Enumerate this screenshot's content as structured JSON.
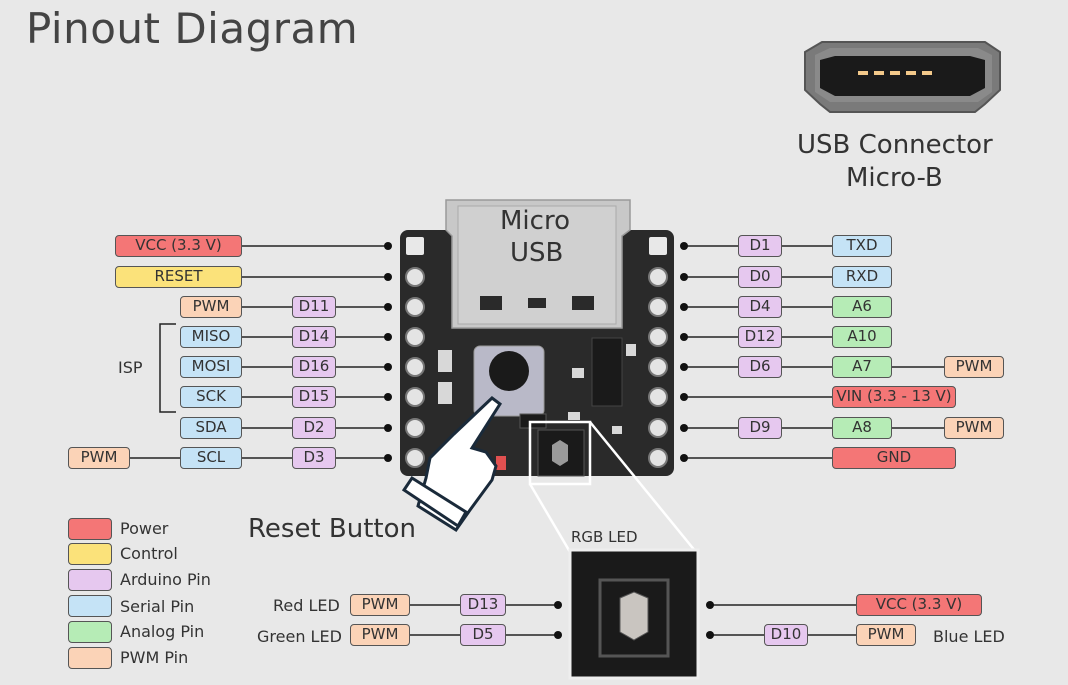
{
  "title": "Pinout Diagram",
  "usb_connector": {
    "line1": "USB Connector",
    "line2": "Micro-B"
  },
  "board": {
    "port_line1": "Micro",
    "port_line2": "USB"
  },
  "reset_button_label": "Reset Button",
  "isp_label": "ISP",
  "left_pins": [
    {
      "labels": [
        {
          "text": "VCC (3.3 V)",
          "type": "power"
        }
      ]
    },
    {
      "labels": [
        {
          "text": "RESET",
          "type": "control"
        }
      ]
    },
    {
      "labels": [
        {
          "text": "PWM",
          "type": "pwm"
        },
        {
          "text": "D11",
          "type": "arduino"
        }
      ]
    },
    {
      "labels": [
        {
          "text": "MISO",
          "type": "serial"
        },
        {
          "text": "D14",
          "type": "arduino"
        }
      ]
    },
    {
      "labels": [
        {
          "text": "MOSI",
          "type": "serial"
        },
        {
          "text": "D16",
          "type": "arduino"
        }
      ]
    },
    {
      "labels": [
        {
          "text": "SCK",
          "type": "serial"
        },
        {
          "text": "D15",
          "type": "arduino"
        }
      ]
    },
    {
      "labels": [
        {
          "text": "SDA",
          "type": "serial"
        },
        {
          "text": "D2",
          "type": "arduino"
        }
      ]
    },
    {
      "labels": [
        {
          "text": "PWM",
          "type": "pwm"
        },
        {
          "text": "SCL",
          "type": "serial"
        },
        {
          "text": "D3",
          "type": "arduino"
        }
      ]
    }
  ],
  "right_pins": [
    {
      "labels": [
        {
          "text": "D1",
          "type": "arduino"
        },
        {
          "text": "TXD",
          "type": "serial"
        }
      ]
    },
    {
      "labels": [
        {
          "text": "D0",
          "type": "arduino"
        },
        {
          "text": "RXD",
          "type": "serial"
        }
      ]
    },
    {
      "labels": [
        {
          "text": "D4",
          "type": "arduino"
        },
        {
          "text": "A6",
          "type": "analog"
        }
      ]
    },
    {
      "labels": [
        {
          "text": "D12",
          "type": "arduino"
        },
        {
          "text": "A10",
          "type": "analog"
        }
      ]
    },
    {
      "labels": [
        {
          "text": "D6",
          "type": "arduino"
        },
        {
          "text": "A7",
          "type": "analog"
        },
        {
          "text": "PWM",
          "type": "pwm"
        }
      ]
    },
    {
      "labels": [
        {
          "text": "VIN (3.3 - 13 V)",
          "type": "power"
        }
      ]
    },
    {
      "labels": [
        {
          "text": "D9",
          "type": "arduino"
        },
        {
          "text": "A8",
          "type": "analog"
        },
        {
          "text": "PWM",
          "type": "pwm"
        }
      ]
    },
    {
      "labels": [
        {
          "text": "GND",
          "type": "power"
        }
      ]
    }
  ],
  "rgb_led": {
    "title": "RGB LED",
    "red": {
      "name": "Red LED",
      "pwm": "PWM",
      "pin": "D13"
    },
    "green": {
      "name": "Green LED",
      "pwm": "PWM",
      "pin": "D5"
    },
    "vcc": "VCC (3.3 V)",
    "blue": {
      "name": "Blue LED",
      "pwm": "PWM",
      "pin": "D10"
    }
  },
  "legend": [
    {
      "text": "Power",
      "type": "power"
    },
    {
      "text": "Control",
      "type": "control"
    },
    {
      "text": "Arduino Pin",
      "type": "arduino"
    },
    {
      "text": "Serial Pin",
      "type": "serial"
    },
    {
      "text": "Analog Pin",
      "type": "analog"
    },
    {
      "text": "PWM Pin",
      "type": "pwm"
    }
  ],
  "colors": {
    "power": "#f47676",
    "control": "#fbe27a",
    "arduino": "#e6c8ef",
    "serial": "#c5e3f6",
    "analog": "#b6ecb6",
    "pwm": "#fbd3b7",
    "board": "#2a2a2a"
  }
}
